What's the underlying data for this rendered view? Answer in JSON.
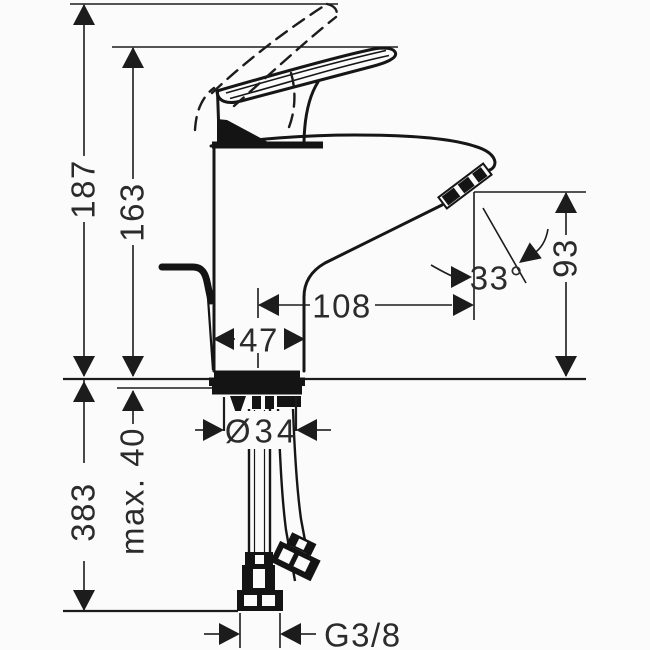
{
  "drawing": {
    "labels": {
      "overall_height": "187",
      "handle_height": "163",
      "outlet_height": "93",
      "stream_angle": "33°",
      "spout_reach": "108",
      "base_width": "47",
      "shank_diameter": "Ø34",
      "max_mounting_thickness": "max. 40",
      "below_counter_length": "383",
      "connection_thread": "G3/8"
    }
  }
}
